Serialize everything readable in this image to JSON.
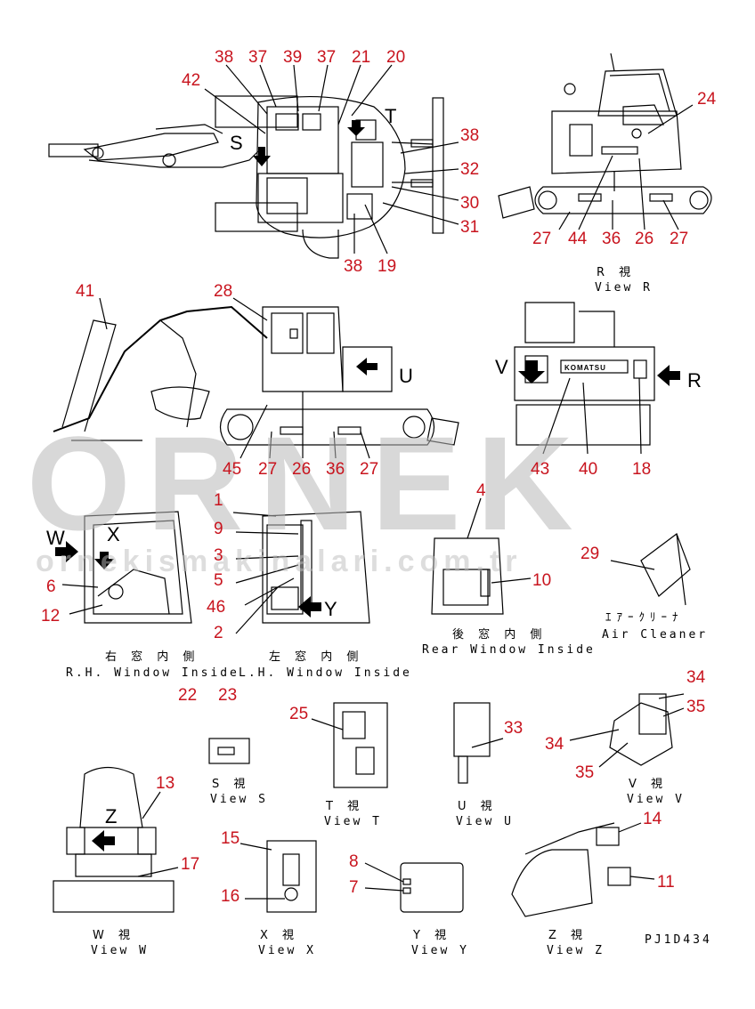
{
  "drawing_code": "PJ1D434",
  "watermark": {
    "main": "ORNEK",
    "sub": "ornekismakinalari.com.tr"
  },
  "callouts": {
    "c38a": "38",
    "c37a": "37",
    "c39": "39",
    "c37b": "37",
    "c21": "21",
    "c20": "20",
    "c42": "42",
    "c38b": "38",
    "c32": "32",
    "c30": "30",
    "c31": "31",
    "c38c": "38",
    "c19": "19",
    "c24": "24",
    "c27a": "27",
    "c44": "44",
    "c36a": "36",
    "c26a": "26",
    "c27b": "27",
    "c41": "41",
    "c28": "28",
    "c45": "45",
    "c27c": "27",
    "c26b": "26",
    "c36b": "36",
    "c27d": "27",
    "c43": "43",
    "c40": "40",
    "c18": "18",
    "c1": "1",
    "c9": "9",
    "c3": "3",
    "c5": "5",
    "c46": "46",
    "c2": "2",
    "c6": "6",
    "c12": "12",
    "c4": "4",
    "c10": "10",
    "c29": "29",
    "c22": "22",
    "c23": "23",
    "c25": "25",
    "c33": "33",
    "c34a": "34",
    "c35a": "35",
    "c34b": "34",
    "c35b": "35",
    "c13": "13",
    "c17": "17",
    "c15": "15",
    "c16": "16",
    "c8": "8",
    "c7": "7",
    "c14": "14",
    "c11": "11"
  },
  "view_letters": {
    "S": "S",
    "T": "T",
    "U": "U",
    "V": "V",
    "R": "R",
    "W": "W",
    "X": "X",
    "Y": "Y",
    "Z": "Z"
  },
  "captions": {
    "view_r": {
      "jp": "R 視",
      "en": "View R"
    },
    "rh_window": {
      "jp": "右 窓 内 側",
      "en": "R.H. Window Inside"
    },
    "lh_window": {
      "jp": "左 窓 内 側",
      "en": "L.H. Window Inside"
    },
    "rear_window": {
      "jp": "後 窓 内 側",
      "en": "Rear Window Inside"
    },
    "air_cleaner": {
      "jp": "ｴｱｰｸﾘｰﾅ",
      "en": "Air Cleaner"
    },
    "view_s": {
      "jp": "S 視",
      "en": "View S"
    },
    "view_t": {
      "jp": "T 視",
      "en": "View T"
    },
    "view_u": {
      "jp": "U 視",
      "en": "View U"
    },
    "view_v": {
      "jp": "V 視",
      "en": "View V"
    },
    "view_w": {
      "jp": "W 視",
      "en": "View W"
    },
    "view_x": {
      "jp": "X 視",
      "en": "View X"
    },
    "view_y": {
      "jp": "Y 視",
      "en": "View Y"
    },
    "view_z": {
      "jp": "Z 視",
      "en": "View Z"
    }
  },
  "brand_plate": "KOMATSU",
  "colors": {
    "callout": "#c8141e",
    "line": "#000000",
    "watermark": "#b9b9b9"
  }
}
